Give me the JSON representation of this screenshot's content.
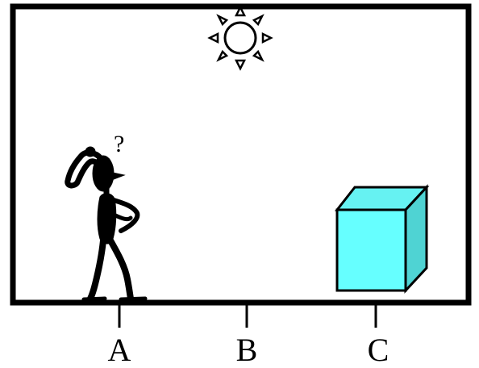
{
  "figure": {
    "colors": {
      "frame": "#000000",
      "background": "#ffffff",
      "cube_front": "#66ffff",
      "cube_top": "#66f2f2",
      "cube_side": "#4fd3d3"
    },
    "icons": {
      "sun": "sun-icon",
      "person": "thinking-person-icon",
      "question": "question-mark-icon",
      "cube": "cube-icon"
    },
    "positions": [
      {
        "label": "A"
      },
      {
        "label": "B"
      },
      {
        "label": "C"
      }
    ]
  }
}
